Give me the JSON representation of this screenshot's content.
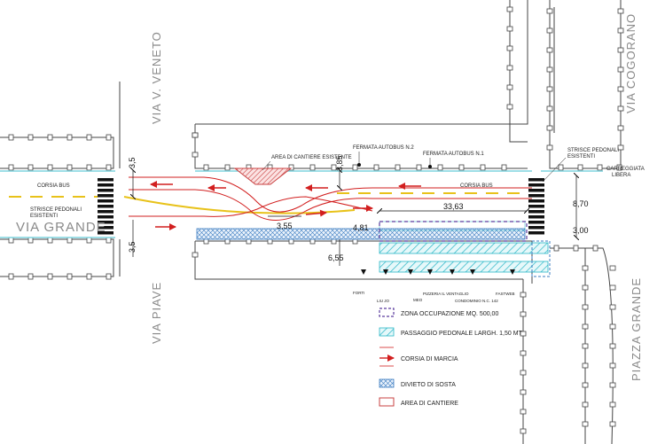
{
  "streets": {
    "via_veneto": "VIA V. VENETO",
    "via_cogorano": "VIA COGORANO",
    "via_grande": "VIA GRANDE",
    "via_piave": "VIA PIAVE",
    "piazza_grande": "PIAZZA GRANDE"
  },
  "labels": {
    "area_cantiere_esistente": "AREA DI CANTIERE ESISTENTE",
    "fermata_2": "FERMATA AUTOBUS N.2",
    "fermata_1": "FERMATA AUTOBUS N.1",
    "corsia_bus_left": "CORSIA BUS",
    "corsia_bus_right": "CORSIA BUS",
    "strisce_left_1": "STRISCE PEDONALI",
    "strisce_left_2": "ESISTENTI",
    "strisce_right_1": "STRISCE PEDONALI",
    "strisce_right_2": "ESISTENTI",
    "carreggiata_1": "CARREGGIATA",
    "carreggiata_2": "LIBERA"
  },
  "shops": [
    "FORTI",
    "LIU JO",
    "MEO",
    "PIZZERIA IL VENTAGLIO",
    "CONDOMINIO N.C. 142",
    "FASTWEB"
  ],
  "dimensions": {
    "d_3_5_top": "3,5",
    "d_3_85": "3,85",
    "d_3_55": "3,55",
    "d_4_81": "4,81",
    "d_6_55": "6,55",
    "d_3_5_bottom": "3,5",
    "d_33_63": "33,63",
    "d_8_70": "8,70",
    "d_3_00": "3,00"
  },
  "legend": {
    "zona_occupazione": "ZONA OCCUPAZIONE MQ. 500,00",
    "passaggio": "PASSAGGIO PEDONALE LARGH. 1,50 MT",
    "corsia": "CORSIA DI MARCIA",
    "divieto": "DIVIETO DI SOSTA",
    "area_cantiere": "AREA DI CANTIERE"
  },
  "colors": {
    "occupation_zone": "#5b3b9e",
    "pedestrian_hatch": "#28b6c6",
    "traffic_arrow": "#d21f1f",
    "no_parking": "#3a7bc0",
    "site_area": "#c94040",
    "bus_lane_mark": "#e8c21a",
    "curb": "#7fd3dd"
  }
}
